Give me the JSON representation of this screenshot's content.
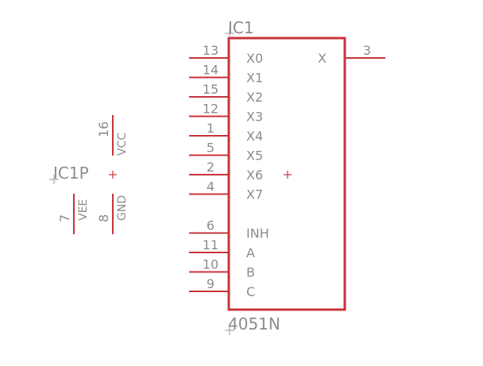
{
  "ic1": {
    "name": "IC1",
    "value": "4051N",
    "left_pins": [
      {
        "num": "13",
        "name": "X0"
      },
      {
        "num": "14",
        "name": "X1"
      },
      {
        "num": "15",
        "name": "X2"
      },
      {
        "num": "12",
        "name": "X3"
      },
      {
        "num": "1",
        "name": "X4"
      },
      {
        "num": "5",
        "name": "X5"
      },
      {
        "num": "2",
        "name": "X6"
      },
      {
        "num": "4",
        "name": "X7"
      },
      {
        "num": "6",
        "name": "INH"
      },
      {
        "num": "11",
        "name": "A"
      },
      {
        "num": "10",
        "name": "B"
      },
      {
        "num": "9",
        "name": "C"
      }
    ],
    "right_pin": {
      "num": "3",
      "name": "X"
    }
  },
  "ic1p": {
    "name": "IC1P",
    "pins": [
      {
        "num": "16",
        "name": "VCC"
      },
      {
        "num": "7",
        "name": "VEE"
      },
      {
        "num": "8",
        "name": "GND"
      }
    ]
  },
  "colors": {
    "wire": "#c8343c",
    "text": "#8c8c8c",
    "background": "#ffffff"
  }
}
